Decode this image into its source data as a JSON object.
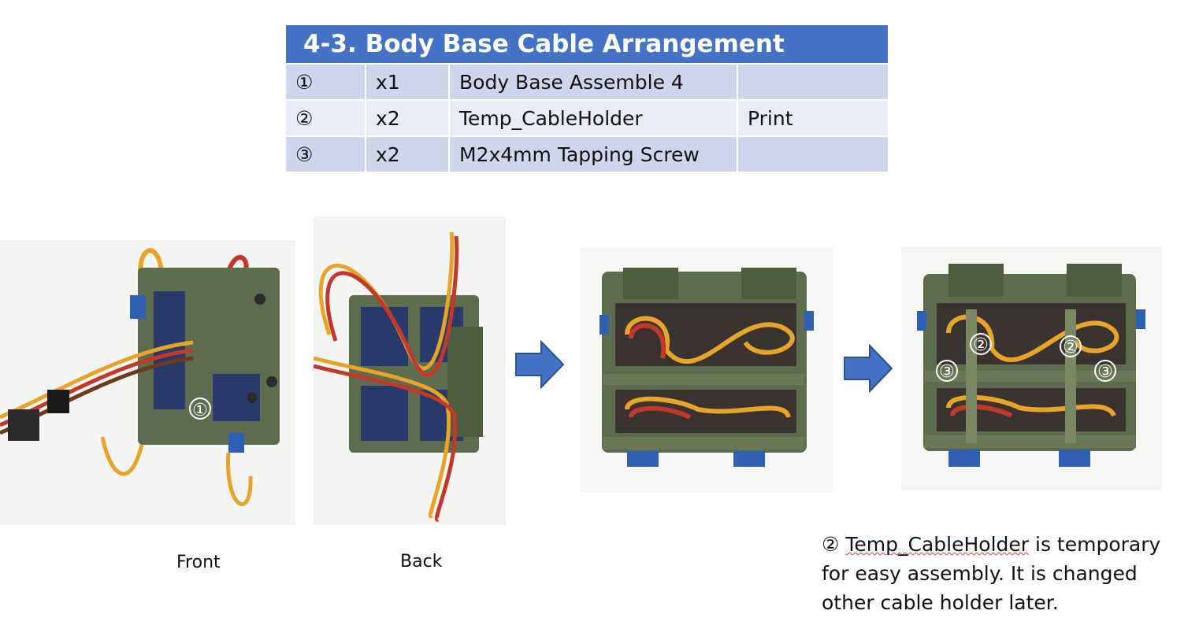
{
  "header": {
    "title": "4-3. Body Base Cable Arrangement"
  },
  "parts": [
    {
      "num": "①",
      "qty": "x1",
      "name": "Body Base Assemble 4",
      "note": ""
    },
    {
      "num": "②",
      "qty": "x2",
      "name": "Temp_CableHolder",
      "note": "Print"
    },
    {
      "num": "③",
      "qty": "x2",
      "name": "M2x4mm Tapping Screw",
      "note": ""
    }
  ],
  "photos": {
    "front_caption": "Front",
    "back_caption": "Back",
    "marker_1": "①",
    "marker_2": "②",
    "marker_3": "③"
  },
  "note": {
    "symbol": "②",
    "link_text": "Temp_CableHolder",
    "text": " is temporary for easy assembly. It is changed other cable holder later."
  },
  "colors": {
    "title_bg": "#4472c4",
    "row_dark": "#cfd5ea",
    "row_light": "#e9ebf5",
    "frame": "#5d6b4e",
    "arrow": "#4472c4"
  }
}
